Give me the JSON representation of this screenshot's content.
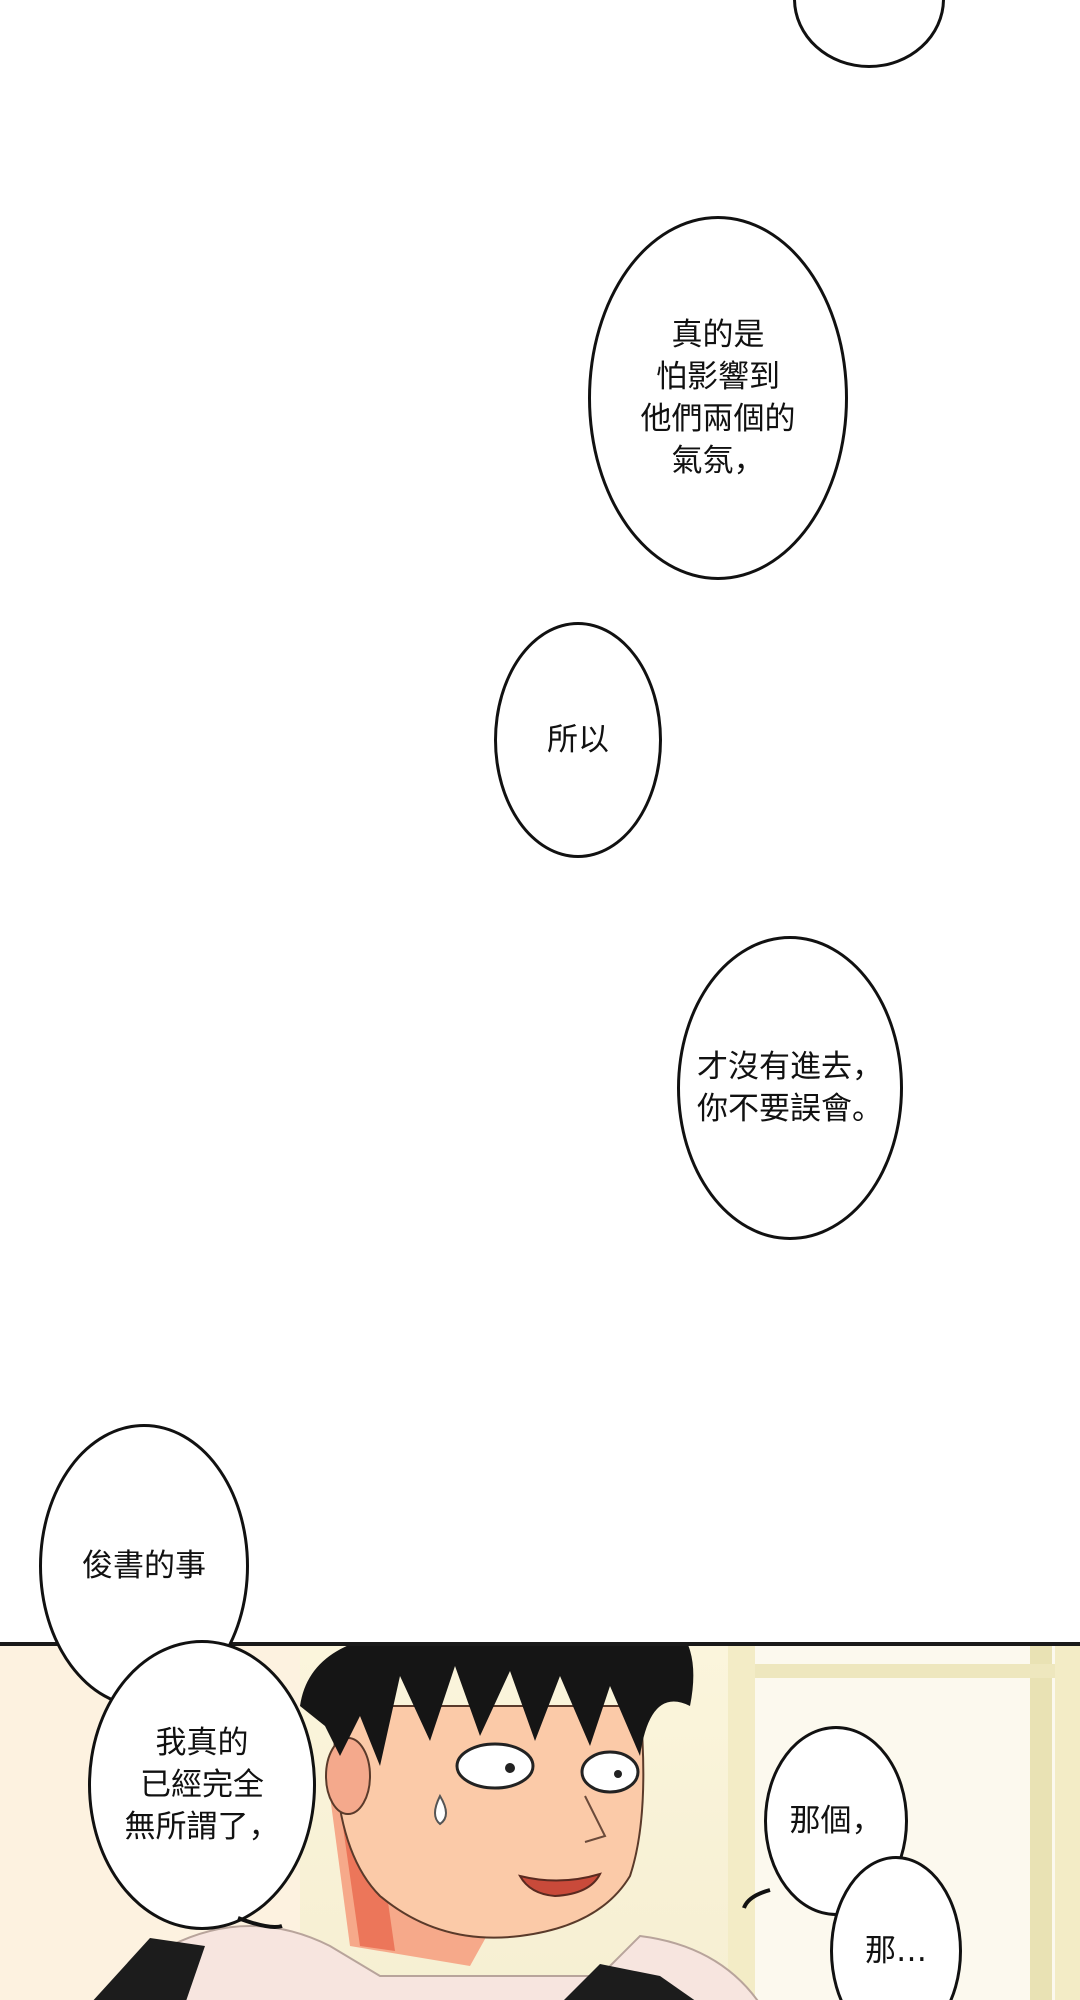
{
  "colors": {
    "outline": "#111111",
    "bubble_fill": "#ffffff",
    "hair": "#151515",
    "skin": "#fbcaa8",
    "skin_shadow": "#e8664a",
    "panel_bg": "#f6efd2"
  },
  "bubbles": {
    "top_partial": {
      "text": ""
    },
    "afraid_to_affect": {
      "text": "真的是\n怕影響到\n他們兩個的\n氣氛，"
    },
    "so": {
      "text": "所以"
    },
    "didnt_go_in": {
      "text": "才沒有進去，\n你不要誤會。"
    },
    "junshu_matter": {
      "text": "俊書的事"
    },
    "really_dont_care": {
      "text": "我真的\n已經完全\n無所謂了，"
    },
    "that_one": {
      "text": "那個，"
    },
    "that_ellipsis": {
      "text": "那…"
    }
  },
  "panel": {
    "character": "dark-haired-young-man",
    "sweat_drop": true
  }
}
